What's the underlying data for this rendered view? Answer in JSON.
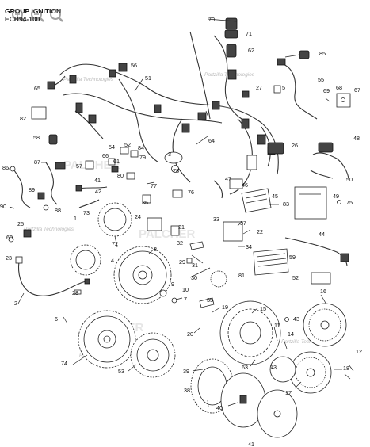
{
  "header": {
    "line1": "GROUP IGNITION",
    "line2": "ECH94-100"
  },
  "toolbar": {
    "zoom_in_icon": "zoom-in-icon",
    "zoom_out_icon": "zoom-out-icon",
    "magnifier_icon": "search-icon"
  },
  "watermark": {
    "brand": "Partzilla Technologies",
    "big": "PALCHER"
  },
  "callouts": {
    "c1": "1",
    "c2": "2",
    "c3": "3",
    "c4": "4",
    "c5": "5",
    "c6": "6",
    "c7": "7",
    "c8": "8",
    "c9": "9",
    "c10": "10",
    "c11": "11",
    "c12": "12",
    "c13": "13",
    "c14": "14",
    "c15": "15",
    "c16": "16",
    "c17": "17",
    "c18": "18",
    "c19": "19",
    "c20": "20",
    "c21": "21",
    "c22": "22",
    "c23": "23",
    "c24": "24",
    "c25": "25",
    "c26": "26",
    "c27": "27",
    "c28": "28",
    "c29": "29",
    "c30": "30",
    "c31": "31",
    "c32": "32",
    "c33": "33",
    "c34": "34",
    "c35": "35",
    "c36": "36",
    "c37": "37",
    "c38": "38",
    "c39": "39",
    "c40": "40",
    "c41": "41",
    "c42": "42",
    "c43": "43",
    "c44": "44",
    "c45": "45",
    "c46": "46",
    "c47": "47",
    "c48": "48",
    "c49": "49",
    "c50": "50",
    "c51": "51",
    "c52": "52",
    "c53": "53",
    "c54": "54",
    "c55": "55",
    "c56": "56",
    "c57": "57",
    "c58": "58",
    "c59": "59",
    "c60": "60",
    "c61": "61",
    "c62": "62",
    "c63": "63",
    "c64": "64",
    "c65": "65",
    "c66": "66",
    "c67": "67",
    "c68": "68",
    "c69": "69",
    "c70": "70",
    "c71": "71",
    "c72": "72",
    "c73": "73",
    "c74": "74",
    "c75": "75",
    "c76": "76",
    "c77": "77",
    "c78": "78",
    "c79": "79",
    "c80": "80",
    "c81": "81",
    "c82": "82",
    "c83": "83",
    "c84": "84",
    "c85": "85",
    "c86": "86",
    "c87": "87",
    "c88": "88",
    "c89": "89",
    "c90": "90"
  }
}
